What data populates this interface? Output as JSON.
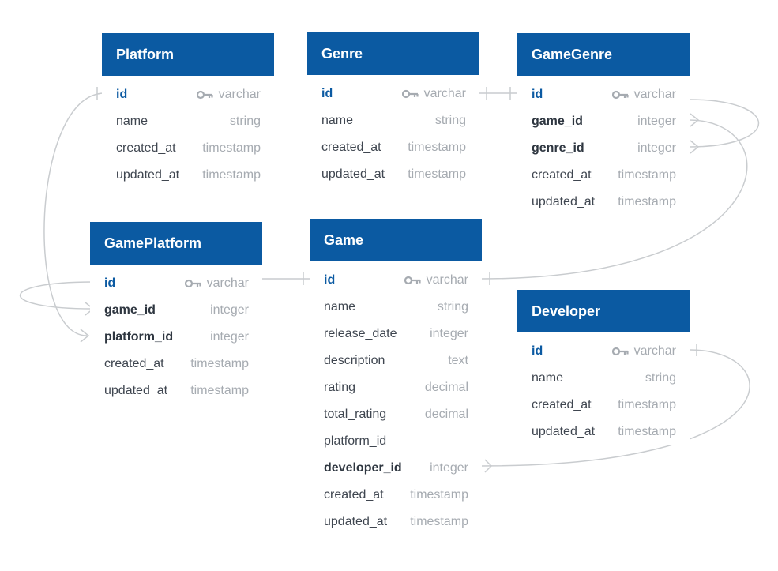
{
  "colors": {
    "header_bg": "#0b5aa2",
    "header_text": "#ffffff",
    "pk_text": "#0b5aa2",
    "type_text": "#a6abb1",
    "connector": "#c9cccf"
  },
  "tables": [
    {
      "key": "platform",
      "name": "Platform",
      "columns": [
        {
          "name": "id",
          "type": "varchar",
          "pk": true
        },
        {
          "name": "name",
          "type": "string"
        },
        {
          "name": "created_at",
          "type": "timestamp"
        },
        {
          "name": "updated_at",
          "type": "timestamp"
        }
      ]
    },
    {
      "key": "genre",
      "name": "Genre",
      "columns": [
        {
          "name": "id",
          "type": "varchar",
          "pk": true
        },
        {
          "name": "name",
          "type": "string"
        },
        {
          "name": "created_at",
          "type": "timestamp"
        },
        {
          "name": "updated_at",
          "type": "timestamp"
        }
      ]
    },
    {
      "key": "gamegenre",
      "name": "GameGenre",
      "columns": [
        {
          "name": "id",
          "type": "varchar",
          "pk": true
        },
        {
          "name": "game_id",
          "type": "integer",
          "fk": true
        },
        {
          "name": "genre_id",
          "type": "integer",
          "fk": true
        },
        {
          "name": "created_at",
          "type": "timestamp"
        },
        {
          "name": "updated_at",
          "type": "timestamp"
        }
      ]
    },
    {
      "key": "gameplatform",
      "name": "GamePlatform",
      "columns": [
        {
          "name": "id",
          "type": "varchar",
          "pk": true
        },
        {
          "name": "game_id",
          "type": "integer",
          "fk": true
        },
        {
          "name": "platform_id",
          "type": "integer",
          "fk": true
        },
        {
          "name": "created_at",
          "type": "timestamp"
        },
        {
          "name": "updated_at",
          "type": "timestamp"
        }
      ]
    },
    {
      "key": "game",
      "name": "Game",
      "columns": [
        {
          "name": "id",
          "type": "varchar",
          "pk": true
        },
        {
          "name": "name",
          "type": "string"
        },
        {
          "name": "release_date",
          "type": "integer"
        },
        {
          "name": "description",
          "type": "text"
        },
        {
          "name": "rating",
          "type": "decimal"
        },
        {
          "name": "total_rating",
          "type": "decimal"
        },
        {
          "name": "platform_id",
          "type": ""
        },
        {
          "name": "developer_id",
          "type": "integer",
          "fk": true
        },
        {
          "name": "created_at",
          "type": "timestamp"
        },
        {
          "name": "updated_at",
          "type": "timestamp"
        }
      ]
    },
    {
      "key": "developer",
      "name": "Developer",
      "columns": [
        {
          "name": "id",
          "type": "varchar",
          "pk": true
        },
        {
          "name": "name",
          "type": "string"
        },
        {
          "name": "created_at",
          "type": "timestamp"
        },
        {
          "name": "updated_at",
          "type": "timestamp"
        }
      ]
    }
  ],
  "relationships": [
    {
      "from": "gameplatform.platform_id",
      "to": "platform.id",
      "cardinality": "many-to-one"
    },
    {
      "from": "gameplatform.game_id",
      "to": "gameplatform.id",
      "cardinality": "many-to-one"
    },
    {
      "from": "gamegenre.genre_id",
      "to": "gamegenre.id",
      "cardinality": "many-to-one"
    },
    {
      "from": "gamegenre.game_id",
      "to": "game.id",
      "cardinality": "many-to-one"
    },
    {
      "from": "genre.id",
      "to": "gamegenre.id",
      "cardinality": "one-to-one"
    },
    {
      "from": "gameplatform.id",
      "to": "game.id",
      "cardinality": "one-to-one"
    },
    {
      "from": "game.developer_id",
      "to": "developer.id",
      "cardinality": "many-to-one"
    }
  ]
}
